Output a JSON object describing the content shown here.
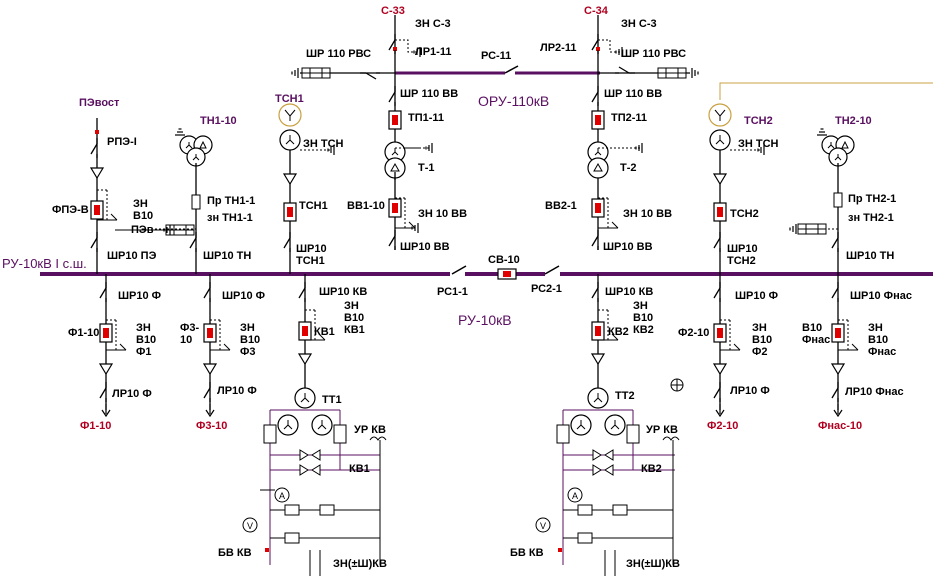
{
  "title_main": "ОРУ-110кВ",
  "title_ru": "РУ-10кВ",
  "bus_label": "РУ-10кВ I с.ш.",
  "colors": {
    "wire": "#000000",
    "bus": "#5a1060",
    "breaker_on": "#e00000",
    "label_red": "#b00020",
    "label_purple": "#5a1060",
    "feeder_line": "#c8a040"
  },
  "top": {
    "c33": "С-33",
    "c34": "С-34",
    "zn_c3_left": "ЗН С-3",
    "zn_c3_right": "ЗН С-3",
    "lr1": "ЛР1-11",
    "lr2": "ЛР2-11",
    "rc11": "РС-11",
    "shr110_rv_left": "ШР 110 РВС",
    "shr110_rv_right": "ШР 110 РВС",
    "shr110_vv_left": "ШР 110 ВВ",
    "shr110_vv_right": "ШР 110 ВВ",
    "tp1": "ТП1-11",
    "tp2": "ТП2-11",
    "t1": "Т-1",
    "t2": "Т-2"
  },
  "left": {
    "pevost": "ПЭвост",
    "rpe": "РПЭ-І",
    "fpe": "ФПЭ-В",
    "zn_b10": "ЗН\nВ10",
    "pev": "ПЭв",
    "shr10_pe": "ШР10 ПЭ",
    "tn1": "ТН1-10",
    "pr_tn1": "Пр ТН1-1",
    "zn_tn1": "зн ТН1-1",
    "shr10_tn1": "ШР10 ТН",
    "tsn1": "ТСН1",
    "zn_tsn1": "ЗН ТСН",
    "tsn1_sw": "ТСН1",
    "shr10_tsn1": "ШР10 ТСН1",
    "vv1": "ВВ1-10",
    "zn_10vv1": "ЗН 10 ВВ",
    "shr10_vv1": "ШР10 ВВ"
  },
  "right": {
    "vv2": "ВВ2-1",
    "zn_10vv2": "ЗН 10 ВВ",
    "shr10_vv2": "ШР10 ВВ",
    "tsn2": "ТСН2",
    "zn_tsn2": "ЗН ТСН",
    "tsn2_sw": "ТСН2",
    "shr10_tsn2": "ШР10 ТСН2",
    "tn2": "ТН2-10",
    "pr_tn2": "Пр ТН2-1",
    "zn_tn2": "зн ТН2-1",
    "shr10_tn2": "ШР10 ТН"
  },
  "bus": {
    "sv": "СВ-10",
    "rc1": "РС1-1",
    "rc2": "РС2-1"
  },
  "feeders": {
    "f1_shr": "ШР10 Ф",
    "f1_sw": "Ф1-10",
    "f1_zn": "ЗН\nВ10\nФ1",
    "f1_lr": "ЛР10 Ф",
    "f1_out": "Ф1-10",
    "f3_shr": "ШР10 Ф",
    "f3_sw": "Ф3-\n10",
    "f3_zn": "ЗН\nВ10\nФ3",
    "f3_lr": "ЛР10 Ф",
    "f3_out": "Ф3-10",
    "kv1_shr": "ШР10 КВ",
    "kv1_zn": "ЗН\nВ10\nКВ1",
    "kv1_sw": "КВ1",
    "tt1": "ТТ1",
    "ur_kv1": "УР КВ",
    "kv1_b": "КВ1",
    "bv_kv1": "БВ КВ",
    "zn_kv1": "ЗН(±Ш)КВ",
    "kv2_shr": "ШР10 КВ",
    "kv2_zn": "ЗН\nВ10\nКВ2",
    "kv2_sw": "КВ2",
    "tt2": "ТТ2",
    "ur_kv2": "УР КВ",
    "kv2_b": "КВ2",
    "bv_kv2": "БВ КВ",
    "zn_kv2": "ЗН(±Ш)КВ",
    "f2_shr": "ШР10 Ф",
    "f2_sw": "Ф2-10",
    "f2_zn": "ЗН\nВ10\nФ2",
    "f2_lr": "ЛР10 Ф",
    "f2_out": "Ф2-10",
    "fn_shr": "ШР10 Фнас",
    "fn_sw": "В10\nФнас",
    "fn_zn": "ЗН\nВ10\nФнас",
    "fn_lr": "ЛР10 Фнас",
    "fn_out": "Фнас-10"
  },
  "icons": [
    "ground-icon",
    "disconnector-icon",
    "breaker-icon",
    "transformer-icon",
    "ammeter-icon",
    "voltmeter-icon",
    "crosshair-icon"
  ]
}
